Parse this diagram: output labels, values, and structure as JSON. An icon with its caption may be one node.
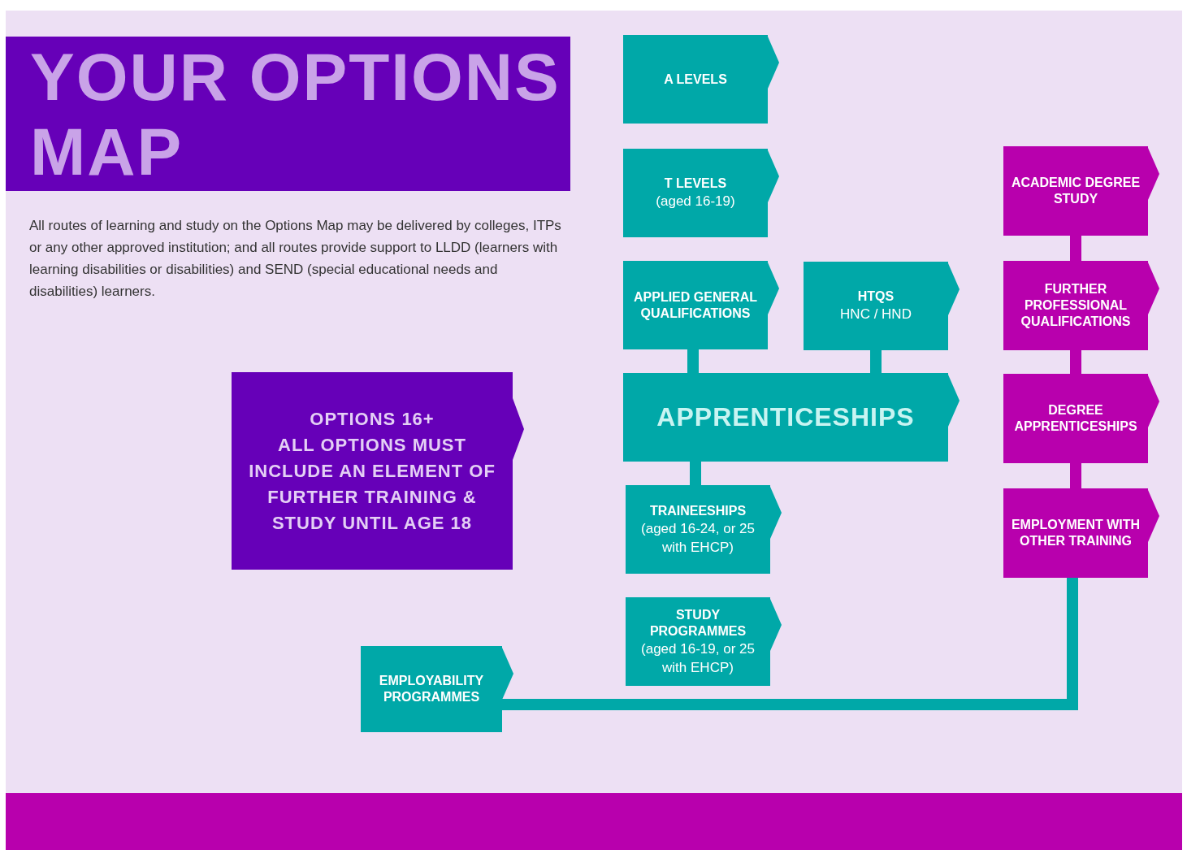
{
  "diagram": {
    "title": "YOUR OPTIONS MAP",
    "nodes": [
      {
        "text": [
          "A LEVELS"
        ]
      },
      {
        "text": [
          "T LEVELS",
          "(aged 16-19)"
        ]
      },
      {
        "text": [
          "ACADEMIC DEGREE STUDY"
        ]
      },
      {
        "text": [
          "APPLIED GENERAL QUALIFICATIONS"
        ]
      },
      {
        "text": [
          "HTQS",
          "HNC / HND"
        ]
      },
      {
        "text": [
          "FURTHER PROFESSIONAL QUALIFICATIONS"
        ]
      },
      {
        "text": [
          "OPTIONS 16+",
          "ALL OPTIONS MUST INCLUDE AN ELEMENT OF FURTHER TRAINING & STUDY UNTIL AGE 18"
        ]
      },
      {
        "text": [
          "APPRENTICESHIPS"
        ]
      },
      {
        "text": [
          "DEGREE APPRENTICESHIPS"
        ]
      },
      {
        "text": [
          "TRAINEESHIPS",
          "(aged 16-24, or 25 with EHCP)"
        ]
      },
      {
        "text": [
          "EMPLOYMENT WITH OTHER TRAINING"
        ]
      },
      {
        "text": [
          "STUDY PROGRAMMES",
          "(aged 16-19, or 25 with EHCP)"
        ]
      },
      {
        "text": [
          "EMPLOYABILITY PROGRAMMES"
        ]
      }
    ],
    "edges": [
      {
        "from": 3,
        "to": 7,
        "arrow": "none"
      },
      {
        "from": 4,
        "to": 7,
        "arrow": "none"
      },
      {
        "from": 7,
        "to": 9,
        "arrow": "none"
      },
      {
        "from": 2,
        "to": 5,
        "arrow": "none",
        "color": "#b800ad"
      },
      {
        "from": 5,
        "to": 8,
        "arrow": "none",
        "color": "#b800ad"
      },
      {
        "from": 8,
        "to": 10,
        "arrow": "none",
        "color": "#b800ad"
      },
      {
        "from": 10,
        "to": 12,
        "arrow": "none"
      }
    ],
    "labels": [
      "All routes of learning and study on the Options Map may be delivered by colleges, ITPs or any other approved institution; and all routes provide support to LLDD (learners with learning disabilities or disabilities) and SEND (special educational needs and disabilities) learners."
    ]
  }
}
